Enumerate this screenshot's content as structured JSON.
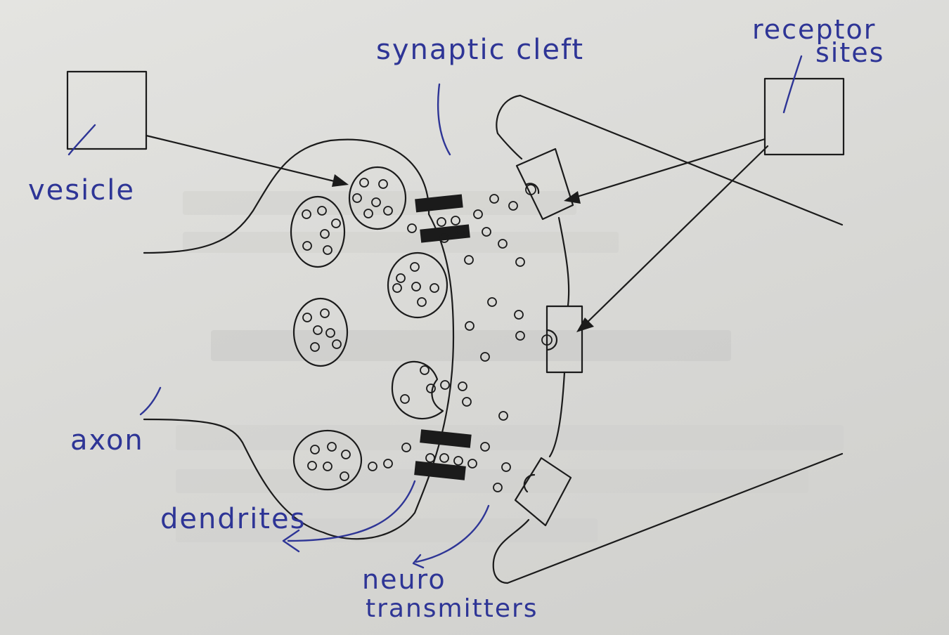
{
  "labels": {
    "vesicle": "vesicle",
    "synaptic_cleft": "synaptic cleft",
    "receptor_sites_line1": "receptor",
    "receptor_sites_line2": "sites",
    "axon": "axon",
    "dendrites": "dendrites",
    "neurotransmitters_line1": "neuro",
    "neurotransmitters_line2": "transmitters"
  },
  "colors": {
    "paper": "#dcdcd9",
    "ink": "#1b1b1b",
    "handwriting": "#2e3596"
  }
}
